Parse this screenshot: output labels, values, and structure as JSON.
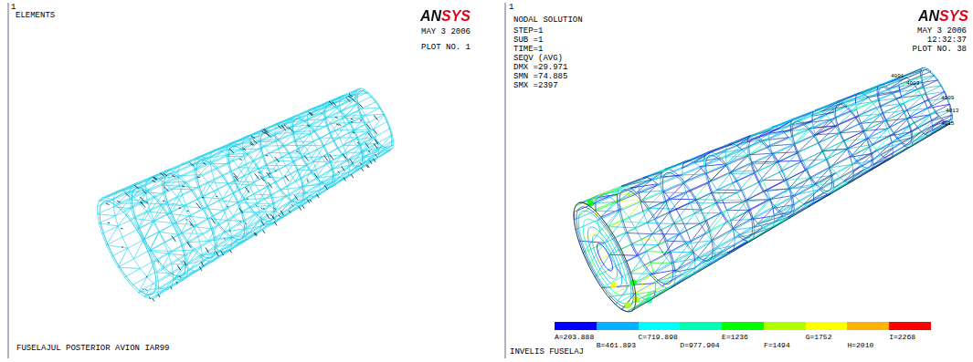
{
  "diagram": {
    "labels": [
      "1",
      "ELEMENTS",
      "ANSYS",
      "MAY 3 2006",
      "PLOT NO. 1",
      "FUSELAJUL POSTERIOR AVION IAR99",
      "1",
      "NODAL SOLUTION",
      "STEP=1",
      "SUB =1",
      "TIME=1",
      "SEQV (AVG)",
      "DMX =29.971",
      "SMN =74.885",
      "SMX =2397",
      "ANSYS",
      "MAY 3 2006",
      "12:32:37",
      "PLOT NO. 38",
      "INVELIS FUSELAJ",
      "4001",
      "4003",
      "4009",
      "4013",
      "4015"
    ],
    "legend": [
      {
        "text": "A=203.888",
        "color": "#0000ff"
      },
      {
        "text": "B=461.893",
        "color": "#00b2ff"
      },
      {
        "text": "C=719.898",
        "color": "#00ffff"
      },
      {
        "text": "D=977.904",
        "color": "#00ffb2"
      },
      {
        "text": "E=1236",
        "color": "#00ff00"
      },
      {
        "text": "F=1494",
        "color": "#b2ff00"
      },
      {
        "text": "G=1752",
        "color": "#ffff00"
      },
      {
        "text": "H=2010",
        "color": "#ffb200"
      },
      {
        "text": "I=2268",
        "color": "#ff0000"
      }
    ]
  }
}
